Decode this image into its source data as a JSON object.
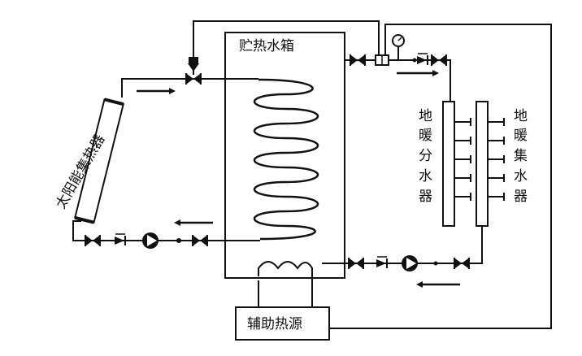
{
  "labels": {
    "tank": "贮热水箱",
    "collector": "太阳能集热器",
    "aux_heat": "辅助热源",
    "distributor": [
      "地",
      "暖",
      "分",
      "水",
      "器"
    ],
    "collector_manifold": [
      "地",
      "暖",
      "集",
      "水",
      "器"
    ]
  },
  "components": {
    "gauge_icon": "pressure-gauge-icon",
    "pump_icon": "circulation-pump-icon",
    "valve_icon": "gate-valve-icon",
    "check_valve_icon": "check-valve-icon",
    "mixing_valve_icon": "three-way-valve-icon"
  },
  "colors": {
    "line": "#111111",
    "background": "#ffffff"
  }
}
